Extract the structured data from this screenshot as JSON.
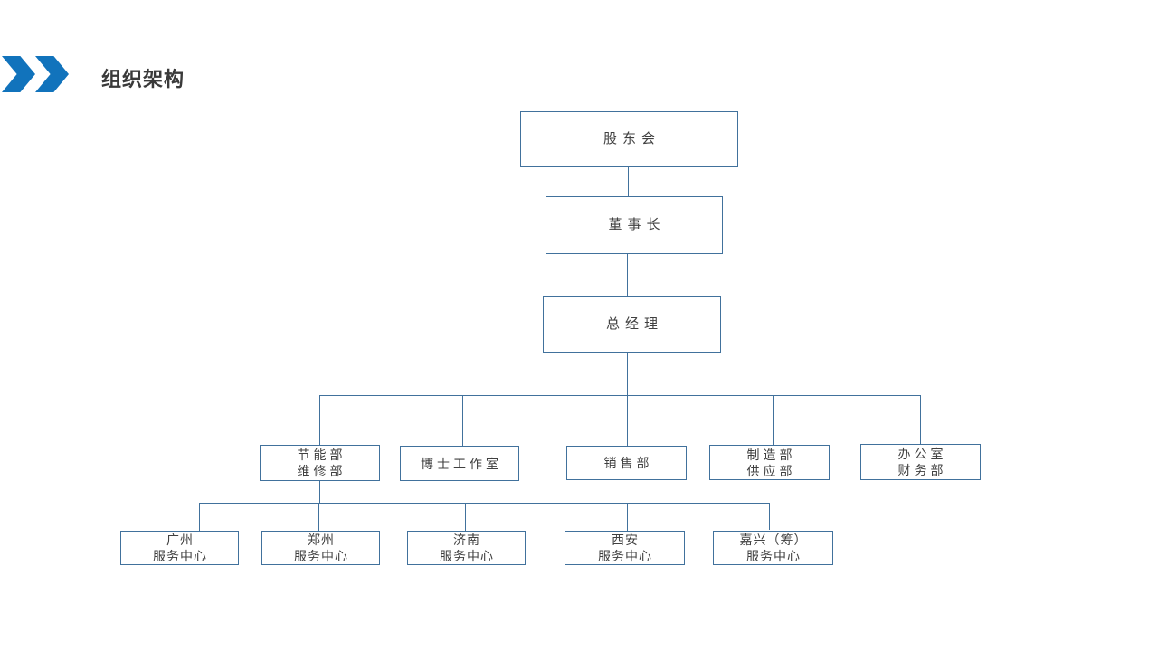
{
  "theme": {
    "accent_color": "#1173BC",
    "line_color": "#41719C",
    "text_color": "#404040",
    "title_color": "#3A3A3A",
    "background": "#FFFFFF"
  },
  "header": {
    "title": "组织架构",
    "icon": "double-chevron-right-icon"
  },
  "org_chart": {
    "type": "organization-tree",
    "nodes": {
      "shareholders": {
        "lines": [
          "股东会"
        ]
      },
      "chairman": {
        "lines": [
          "董事长"
        ]
      },
      "general_manager": {
        "lines": [
          "总经理"
        ]
      },
      "dept_energy": {
        "lines": [
          "节能部",
          "维修部"
        ]
      },
      "dept_phd_studio": {
        "lines": [
          "博士工作室"
        ]
      },
      "dept_sales": {
        "lines": [
          "销售部"
        ]
      },
      "dept_manufacturing": {
        "lines": [
          "制造部",
          "供应部"
        ]
      },
      "dept_office": {
        "lines": [
          "办公室",
          "财务部"
        ]
      },
      "center_guangzhou": {
        "lines": [
          "广州",
          "服务中心"
        ]
      },
      "center_zhengzhou": {
        "lines": [
          "郑州",
          "服务中心"
        ]
      },
      "center_jinan": {
        "lines": [
          "济南",
          "服务中心"
        ]
      },
      "center_xian": {
        "lines": [
          "西安",
          "服务中心"
        ]
      },
      "center_jiaxing": {
        "lines": [
          "嘉兴（筹）",
          "服务中心"
        ]
      }
    }
  }
}
